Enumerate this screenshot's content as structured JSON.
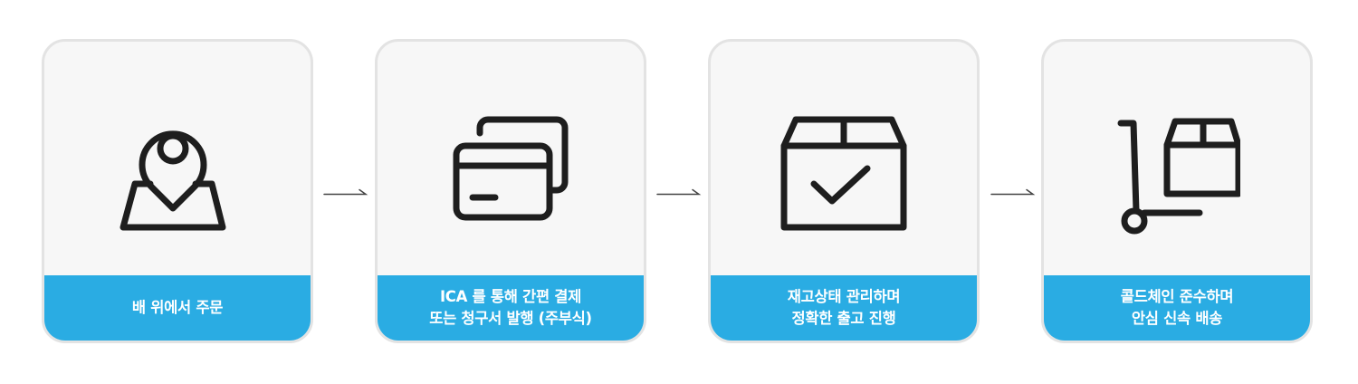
{
  "steps": [
    {
      "icon": "map-pin-icon",
      "caption": [
        "배 위에서 주문"
      ]
    },
    {
      "icon": "credit-cards-icon",
      "caption": [
        "ICA 를 통해 간편 결제",
        "또는 청구서 발행 (주부식)"
      ]
    },
    {
      "icon": "box-check-icon",
      "caption": [
        "재고상태 관리하며",
        "정확한 출고 진행"
      ]
    },
    {
      "icon": "hand-truck-icon",
      "caption": [
        "콜드체인 준수하며",
        "안심 신속 배송"
      ]
    }
  ],
  "colors": {
    "caption_background": "#2aace3",
    "card_background": "#f7f7f7",
    "card_border": "#e3e3e3",
    "icon_stroke": "#1e1e1e",
    "arrow": "#444444"
  }
}
